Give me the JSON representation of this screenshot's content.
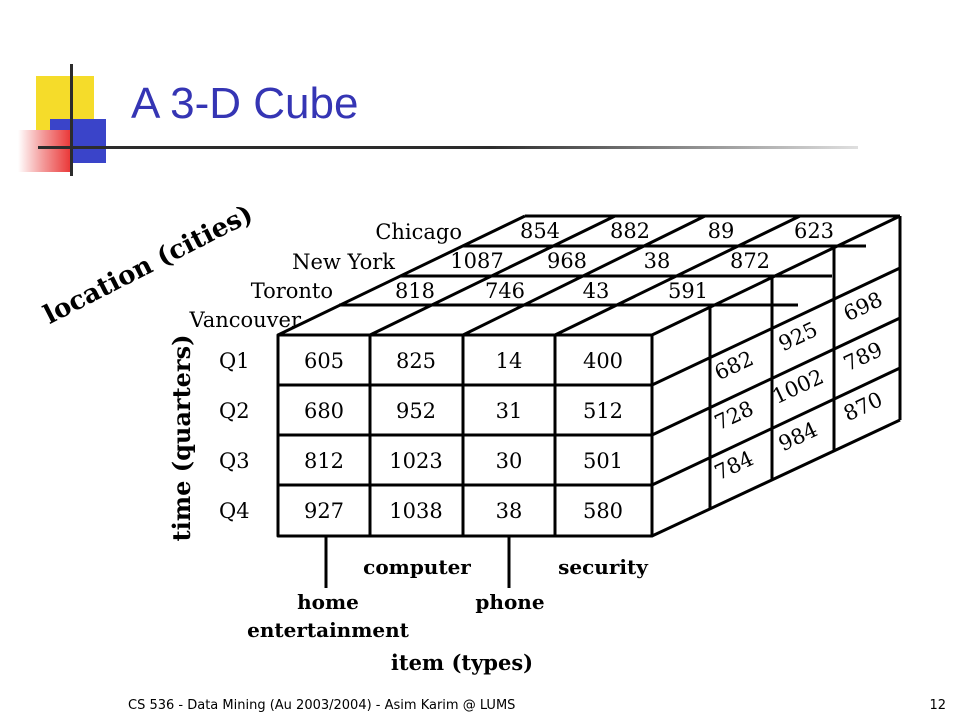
{
  "slide": {
    "title": "A 3-D Cube",
    "footer": "CS 536 - Data Mining (Au 2003/2004) - Asim Karim @ LUMS",
    "page_number": "12"
  },
  "cube": {
    "location_axis_label": "location (cities)",
    "time_axis_label": "time (quarters)",
    "item_axis_label": "item (types)",
    "cities": [
      "Chicago",
      "New York",
      "Toronto",
      "Vancouver"
    ],
    "quarters": [
      "Q1",
      "Q2",
      "Q3",
      "Q4"
    ],
    "items_upper": [
      "computer",
      "security"
    ],
    "items_lower": [
      "home",
      "entertainment",
      "phone"
    ],
    "vancouver": [
      [
        "605",
        "825",
        "14",
        "400"
      ],
      [
        "680",
        "952",
        "31",
        "512"
      ],
      [
        "812",
        "1023",
        "30",
        "501"
      ],
      [
        "927",
        "1038",
        "38",
        "580"
      ]
    ],
    "top_rows": [
      [
        "818",
        "746",
        "43",
        "591"
      ],
      [
        "1087",
        "968",
        "38",
        "872"
      ],
      [
        "854",
        "882",
        "89",
        "623"
      ]
    ],
    "side_columns": [
      [
        "682",
        "728",
        "784"
      ],
      [
        "925",
        "1002",
        "984"
      ],
      [
        "698",
        "789",
        "870"
      ]
    ]
  }
}
